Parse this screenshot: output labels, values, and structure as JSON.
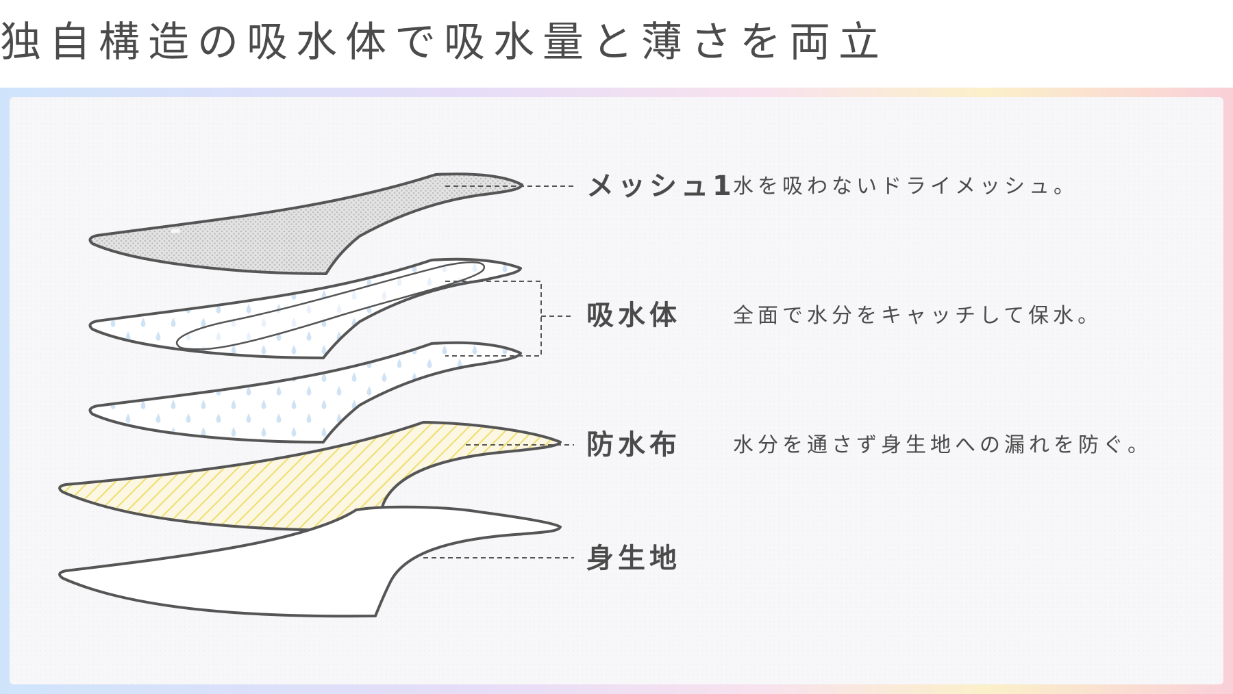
{
  "headline": "独自構造の吸水体で吸水量と薄さを両立",
  "layers": [
    {
      "name": "メッシュ1",
      "description": "水を吸わないドライメッシュ。",
      "pattern": "dots"
    },
    {
      "name": "吸水体",
      "description": "全面で水分をキャッチして保水。",
      "pattern": "drops"
    },
    {
      "name": "防水布",
      "description": "水分を通さず身生地への漏れを防ぐ。",
      "pattern": "yellow-stripes"
    },
    {
      "name": "身生地",
      "description": "",
      "pattern": "plain"
    }
  ],
  "colors": {
    "outline": "#555555",
    "drop": "#cfe3f5",
    "stripe": "#f2e27a",
    "dot": "#cfcfcf",
    "text": "#4a4a4a"
  }
}
